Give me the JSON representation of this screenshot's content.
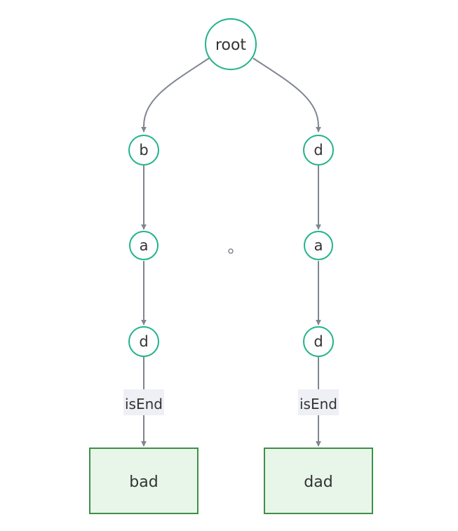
{
  "colors": {
    "node_stroke": "#21b389",
    "node_fill": "#ffffff",
    "edge": "#808591",
    "leaf_fill": "#e8f5e9",
    "leaf_stroke": "#3f8f46",
    "label_bg": "#eef0f5",
    "text": "#333333"
  },
  "nodes": {
    "root": "root",
    "b": "b",
    "a_left": "a",
    "d_left": "d",
    "d_right": "d",
    "a_right": "a",
    "d_right_end": "d",
    "bad": "bad",
    "dad": "dad"
  },
  "edge_labels": {
    "left_end": "isEnd",
    "right_end": "isEnd"
  }
}
